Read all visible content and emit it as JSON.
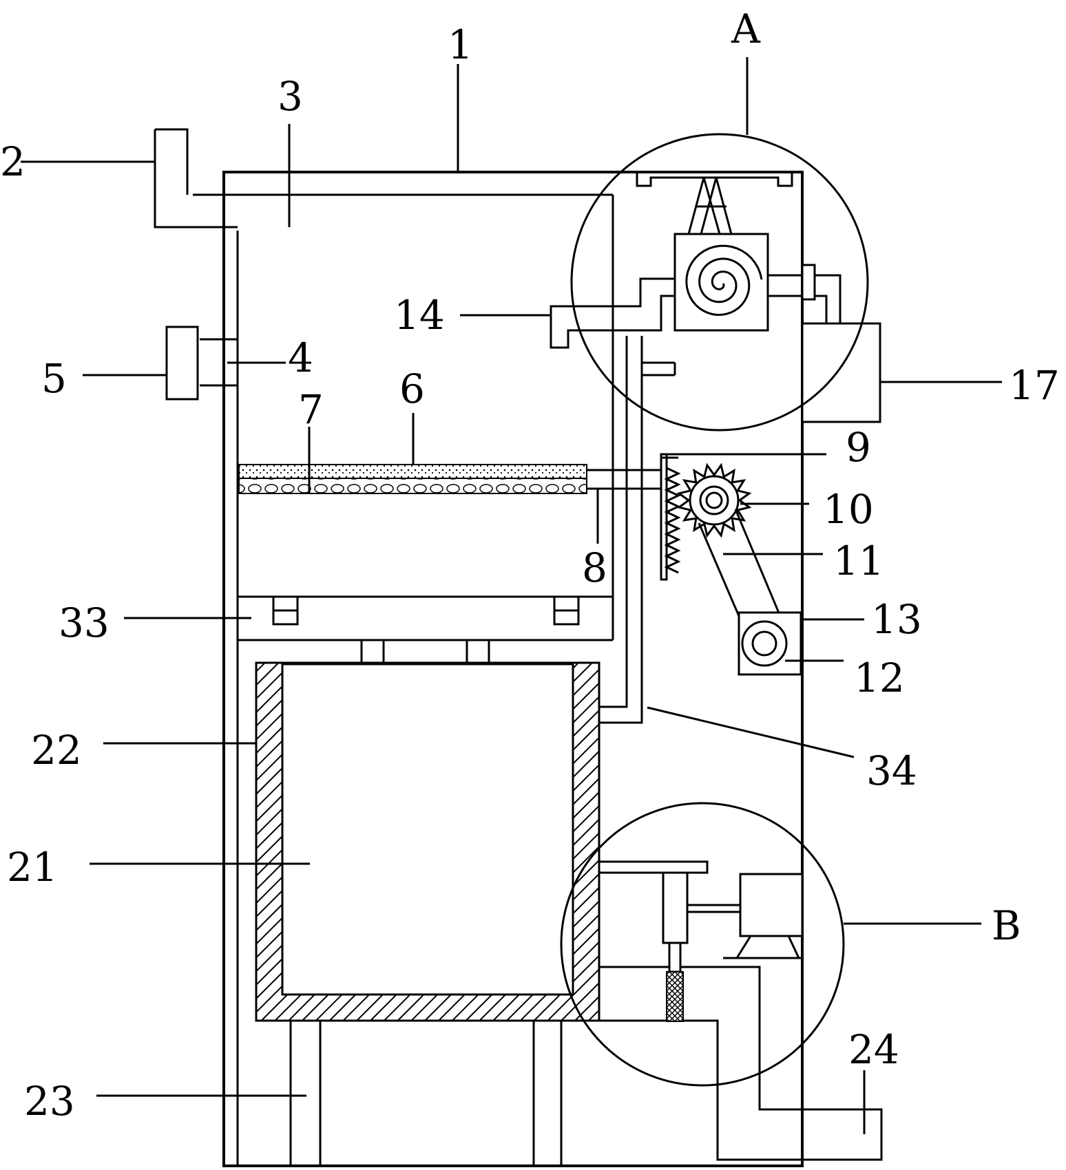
{
  "labels": {
    "l1": "1",
    "l2": "2",
    "l3": "3",
    "l4": "4",
    "l5": "5",
    "l6": "6",
    "l7": "7",
    "l8": "8",
    "l9": "9",
    "l10": "10",
    "l11": "11",
    "l12": "12",
    "l13": "13",
    "l14": "14",
    "l17": "17",
    "l21": "21",
    "l22": "22",
    "l23": "23",
    "l24": "24",
    "l33": "33",
    "l34": "34",
    "lA": "A",
    "lB": "B"
  }
}
